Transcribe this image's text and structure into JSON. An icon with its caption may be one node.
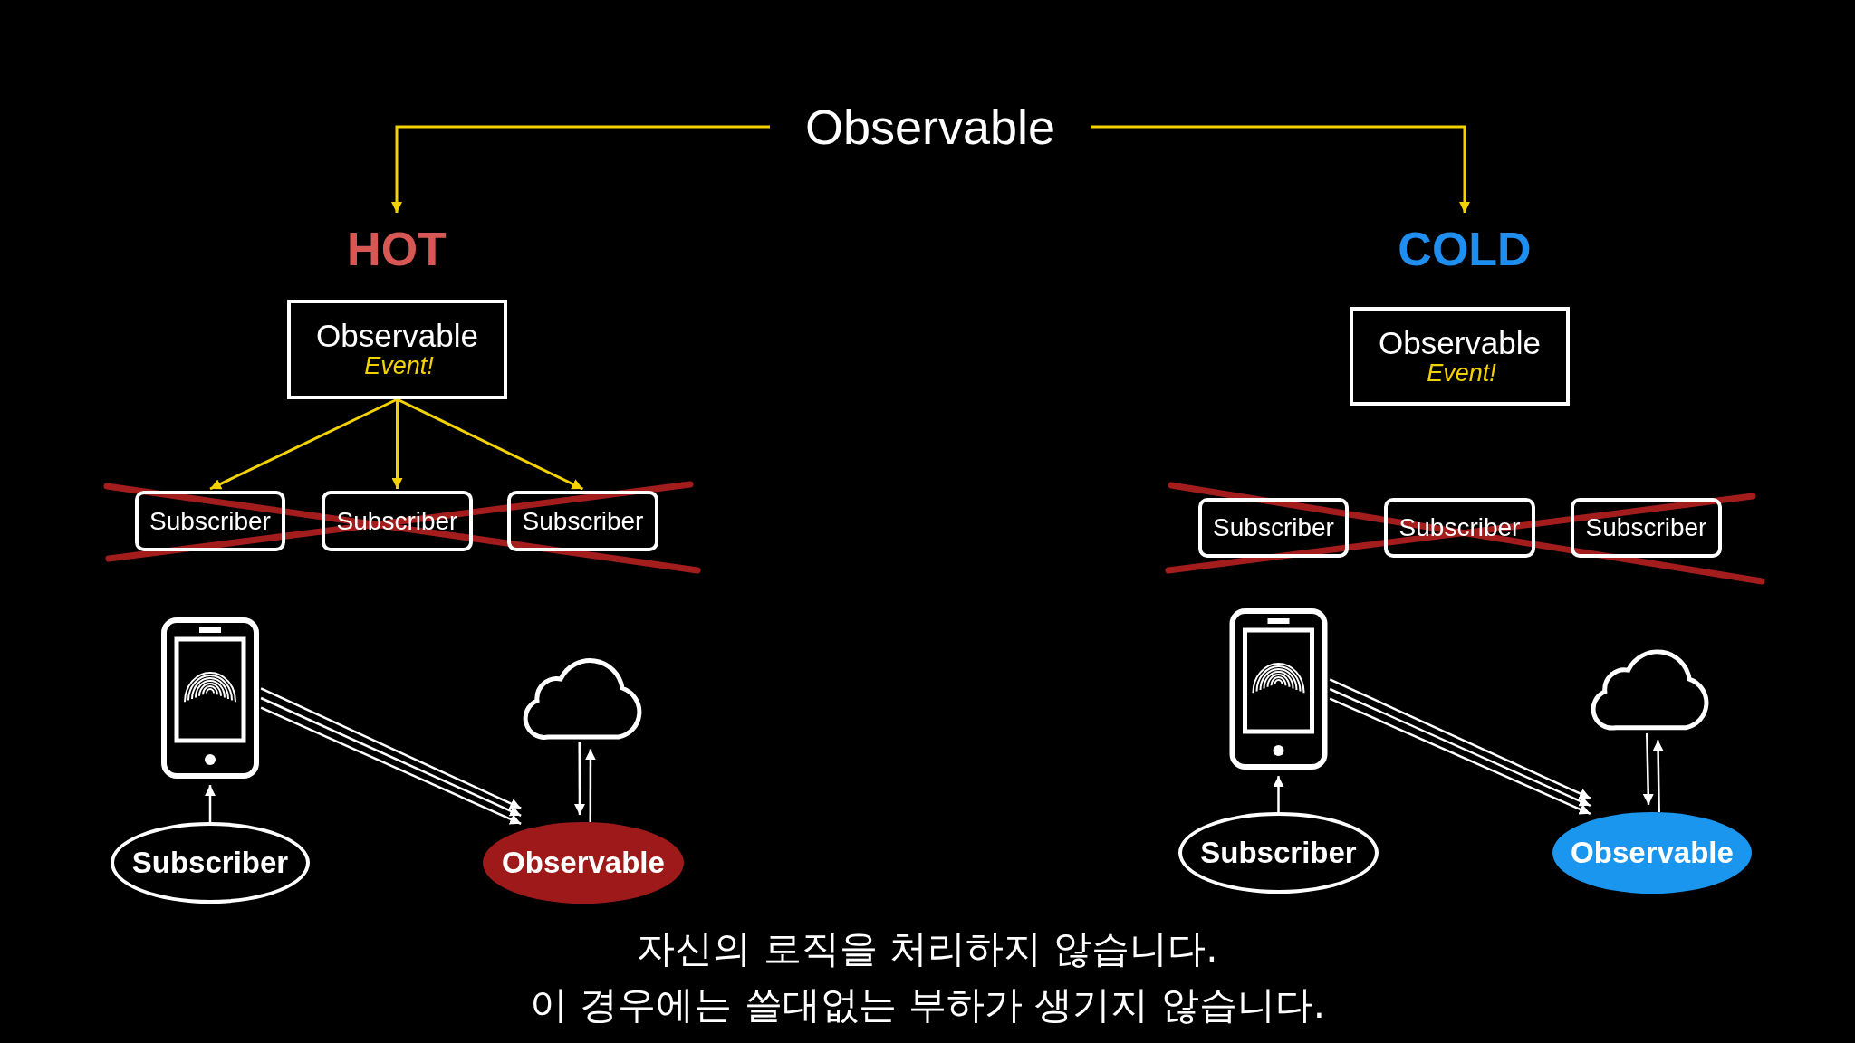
{
  "diagram": {
    "nodes": [
      {
        "text": [
          "Observable"
        ]
      },
      {
        "text": [
          "HOT"
        ]
      },
      {
        "text": [
          "COLD"
        ]
      },
      {
        "text": [
          "Observable",
          "Event!"
        ]
      },
      {
        "text": [
          "Subscriber"
        ]
      },
      {
        "text": [
          "Subscriber"
        ]
      },
      {
        "text": [
          "Subscriber"
        ]
      },
      {
        "text": [],
        "shape": "phone"
      },
      {
        "text": [],
        "shape": "cloud"
      },
      {
        "text": [
          "Subscriber"
        ]
      },
      {
        "text": [
          "Observable"
        ]
      },
      {
        "text": [
          "Observable",
          "Event!"
        ]
      },
      {
        "text": [
          "Subscriber"
        ]
      },
      {
        "text": [
          "Subscriber"
        ]
      },
      {
        "text": [
          "Subscriber"
        ]
      },
      {
        "text": [],
        "shape": "phone"
      },
      {
        "text": [],
        "shape": "cloud"
      },
      {
        "text": [
          "Subscriber"
        ]
      },
      {
        "text": [
          "Observable"
        ]
      }
    ],
    "edges": [
      {
        "from": 0,
        "to": 1,
        "arrow": "to",
        "color": "#f2d200"
      },
      {
        "from": 0,
        "to": 2,
        "arrow": "to",
        "color": "#f2d200"
      },
      {
        "from": 3,
        "to": 4,
        "arrow": "to",
        "color": "#f2d200"
      },
      {
        "from": 3,
        "to": 5,
        "arrow": "to",
        "color": "#f2d200"
      },
      {
        "from": 3,
        "to": 6,
        "arrow": "to",
        "color": "#f2d200"
      },
      {
        "from": 9,
        "to": 7,
        "arrow": "to"
      },
      {
        "from": 7,
        "to": 10,
        "arrow": "to"
      },
      {
        "from": 7,
        "to": 10,
        "arrow": "to"
      },
      {
        "from": 7,
        "to": 10,
        "arrow": "to"
      },
      {
        "from": 8,
        "to": 10,
        "arrow": "to"
      },
      {
        "from": 10,
        "to": 8,
        "arrow": "to"
      },
      {
        "from": 17,
        "to": 15,
        "arrow": "to"
      },
      {
        "from": 15,
        "to": 18,
        "arrow": "to"
      },
      {
        "from": 15,
        "to": 18,
        "arrow": "to"
      },
      {
        "from": 15,
        "to": 18,
        "arrow": "to"
      },
      {
        "from": 16,
        "to": 18,
        "arrow": "to"
      },
      {
        "from": 18,
        "to": 16,
        "arrow": "to"
      }
    ],
    "labels": [
      "자신의 로직을 처리하지 않습니다.",
      "이 경우에는 쓸대없는 부하가 생기지 않습니다."
    ]
  }
}
